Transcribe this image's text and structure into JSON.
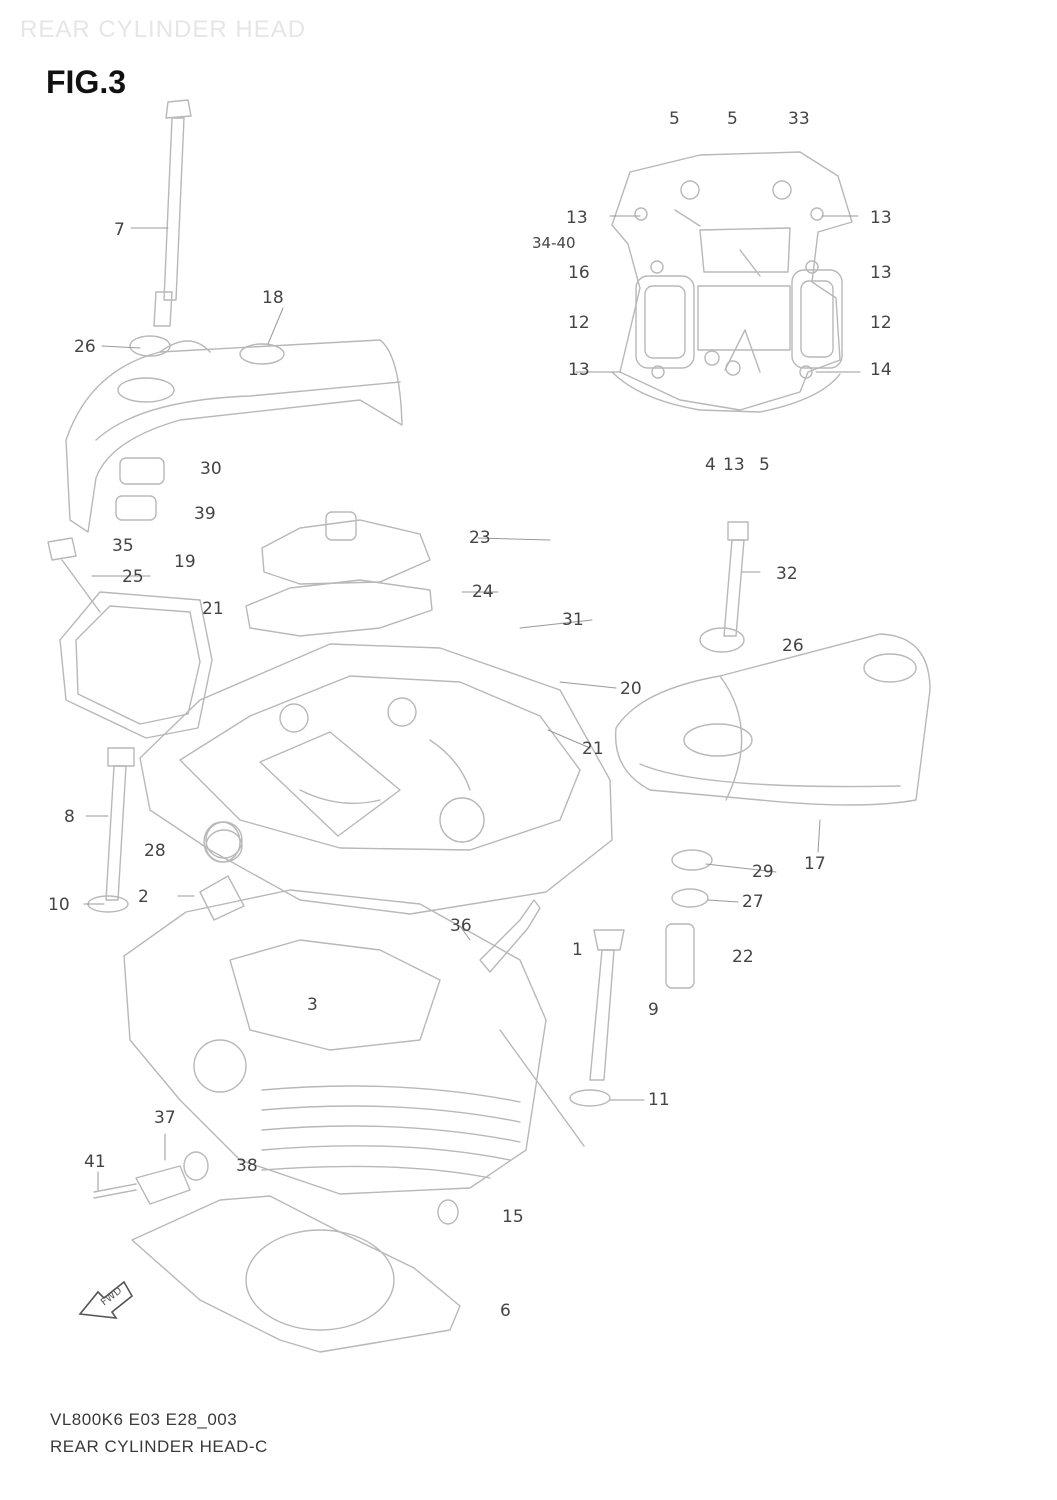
{
  "header": {
    "title": "REAR CYLINDER HEAD"
  },
  "figure": {
    "label": "FIG.3"
  },
  "footer": {
    "code": "VL800K6 E03 E28_003",
    "caption": "REAR CYLINDER HEAD-C"
  },
  "fwd_label": "FWD",
  "callouts": [
    {
      "id": "c5a",
      "text": "5"
    },
    {
      "id": "c5b",
      "text": "5"
    },
    {
      "id": "c33",
      "text": "33"
    },
    {
      "id": "c13a",
      "text": "13"
    },
    {
      "id": "c13b",
      "text": "13"
    },
    {
      "id": "c3440",
      "text": "34-40"
    },
    {
      "id": "c16",
      "text": "16"
    },
    {
      "id": "c13c",
      "text": "13"
    },
    {
      "id": "c12a",
      "text": "12"
    },
    {
      "id": "c12b",
      "text": "12"
    },
    {
      "id": "c13d",
      "text": "13"
    },
    {
      "id": "c14",
      "text": "14"
    },
    {
      "id": "c4",
      "text": "4"
    },
    {
      "id": "c13e",
      "text": "13"
    },
    {
      "id": "c5c",
      "text": "5"
    },
    {
      "id": "c7",
      "text": "7"
    },
    {
      "id": "c18",
      "text": "18"
    },
    {
      "id": "c26a",
      "text": "26"
    },
    {
      "id": "c30",
      "text": "30"
    },
    {
      "id": "c39",
      "text": "39"
    },
    {
      "id": "c35",
      "text": "35"
    },
    {
      "id": "c23",
      "text": "23"
    },
    {
      "id": "c25",
      "text": "25"
    },
    {
      "id": "c19",
      "text": "19"
    },
    {
      "id": "c21a",
      "text": "21"
    },
    {
      "id": "c24",
      "text": "24"
    },
    {
      "id": "c32",
      "text": "32"
    },
    {
      "id": "c31",
      "text": "31"
    },
    {
      "id": "c26b",
      "text": "26"
    },
    {
      "id": "c20",
      "text": "20"
    },
    {
      "id": "c21b",
      "text": "21"
    },
    {
      "id": "c8",
      "text": "8"
    },
    {
      "id": "c28",
      "text": "28"
    },
    {
      "id": "c17",
      "text": "17"
    },
    {
      "id": "c29",
      "text": "29"
    },
    {
      "id": "c10",
      "text": "10"
    },
    {
      "id": "c2",
      "text": "2"
    },
    {
      "id": "c27",
      "text": "27"
    },
    {
      "id": "c36",
      "text": "36"
    },
    {
      "id": "c1",
      "text": "1"
    },
    {
      "id": "c22",
      "text": "22"
    },
    {
      "id": "c3",
      "text": "3"
    },
    {
      "id": "c9",
      "text": "9"
    },
    {
      "id": "c11",
      "text": "11"
    },
    {
      "id": "c37",
      "text": "37"
    },
    {
      "id": "c41",
      "text": "41"
    },
    {
      "id": "c38",
      "text": "38"
    },
    {
      "id": "c15",
      "text": "15"
    },
    {
      "id": "c6",
      "text": "6"
    }
  ]
}
